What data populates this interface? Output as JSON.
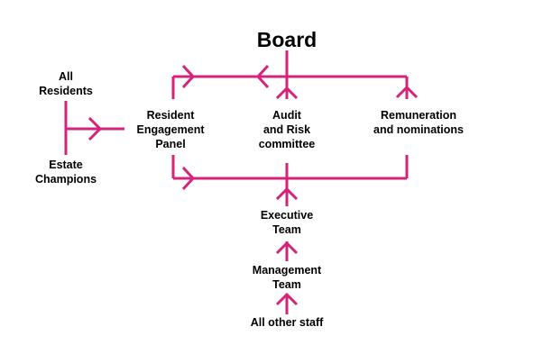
{
  "colors": {
    "line": "#d6237a",
    "text": "#000000",
    "background": "#ffffff"
  },
  "nodes": {
    "board": "Board",
    "all_residents": "All\nResidents",
    "estate_champions": "Estate\nChampions",
    "resident_engagement_panel": "Resident\nEngagement\nPanel",
    "audit_risk_committee": "Audit\nand Risk\ncommittee",
    "remuneration_nominations": "Remuneration\nand nominations",
    "executive_team": "Executive\nTeam",
    "management_team": "Management\nTeam",
    "all_other_staff": "All other staff"
  }
}
